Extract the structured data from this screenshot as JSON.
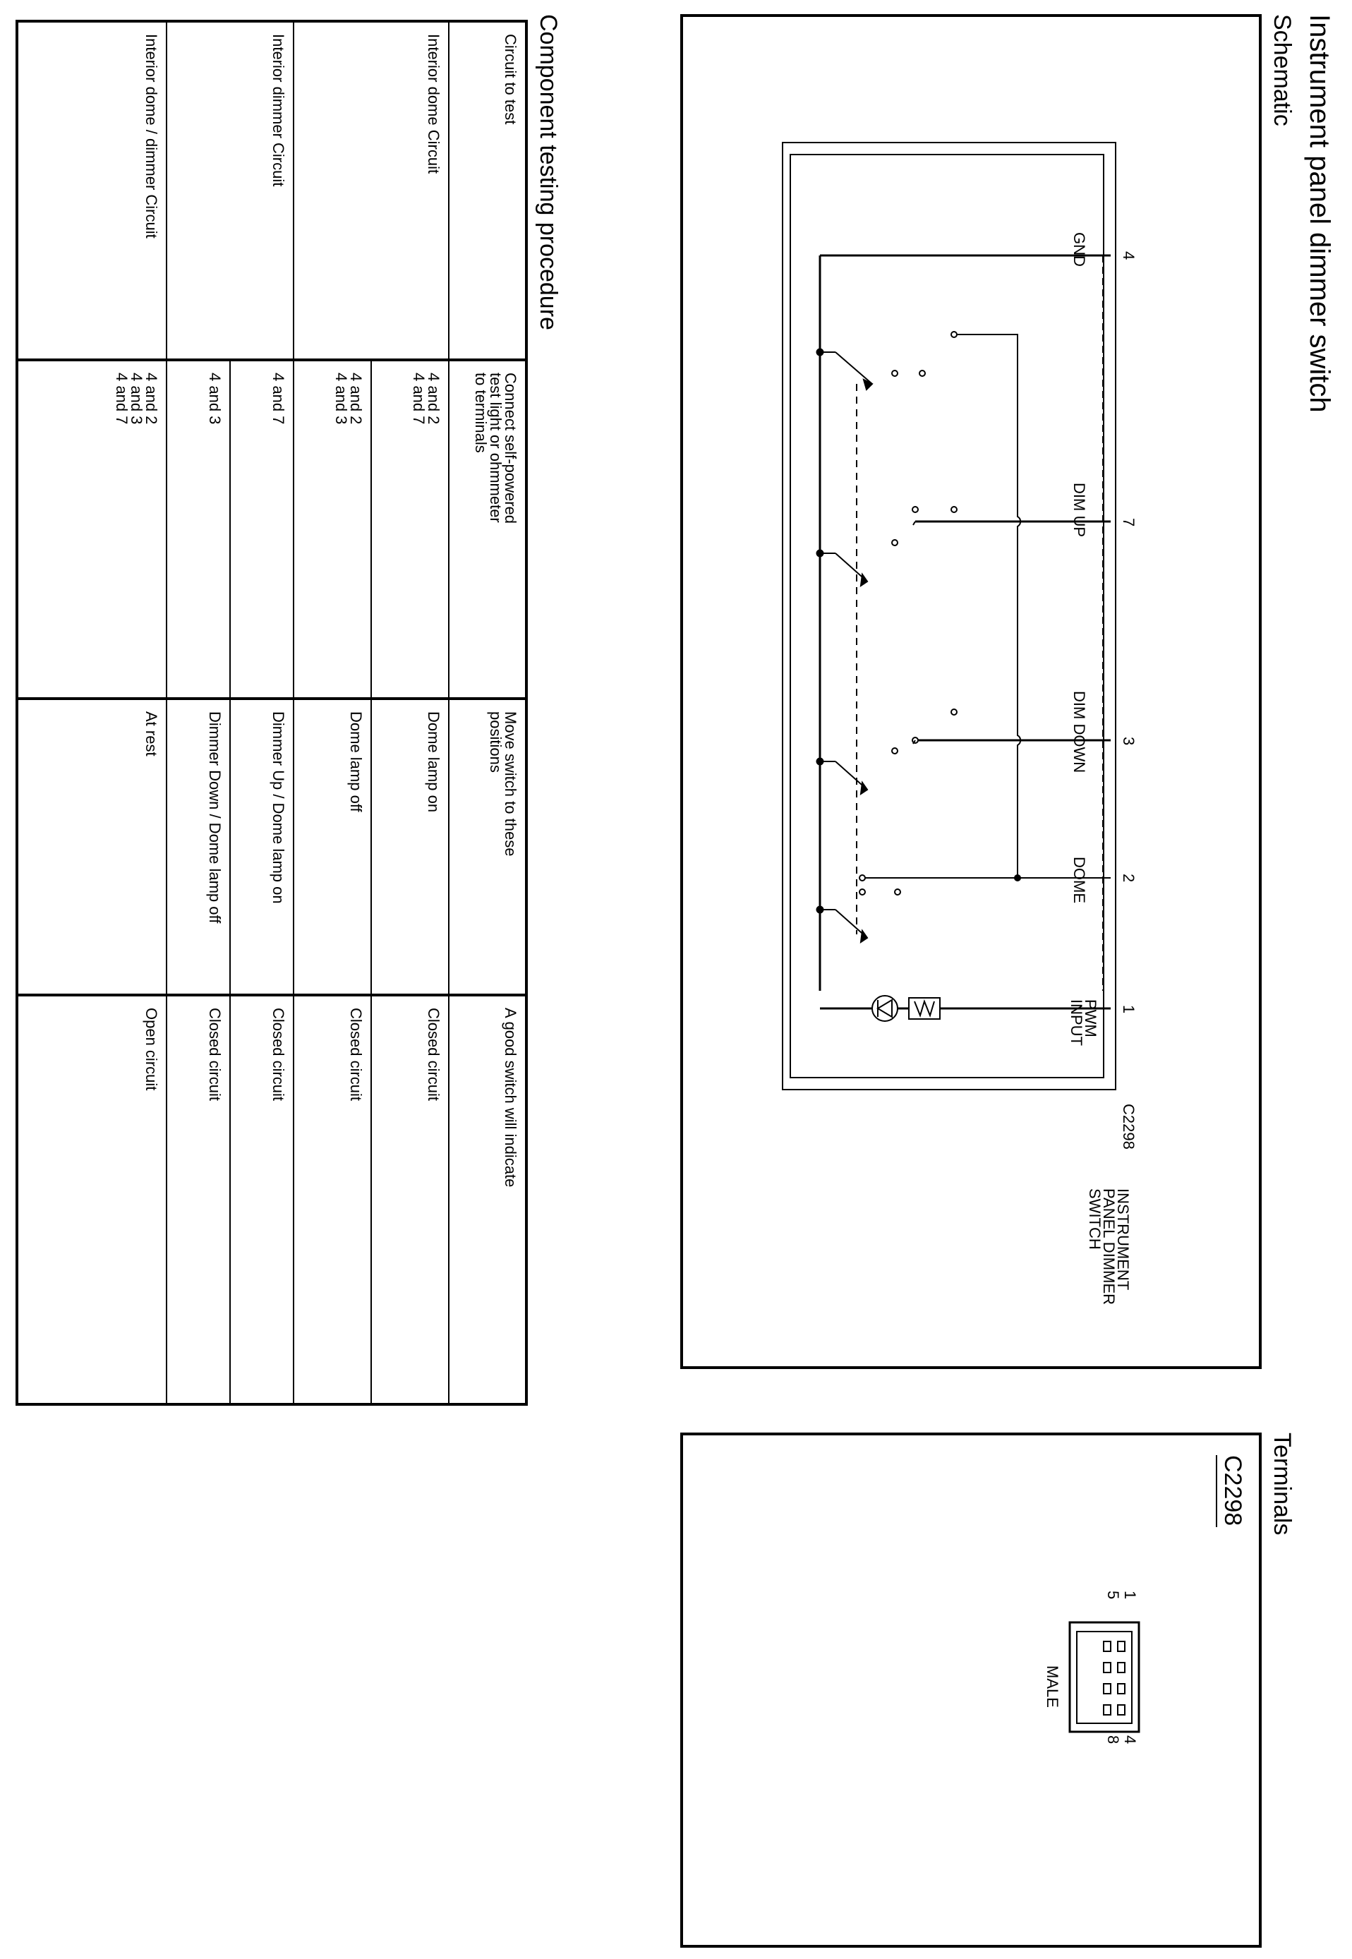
{
  "title": "Instrument panel dimmer switch",
  "schematic": {
    "heading": "Schematic",
    "connector": "C2298",
    "component_label": [
      "INSTRUMENT",
      "PANEL DIMMER",
      "SWITCH"
    ],
    "pins": [
      {
        "num": "4",
        "label": [
          "GND"
        ]
      },
      {
        "num": "7",
        "label": [
          "DIM UP"
        ]
      },
      {
        "num": "3",
        "label": [
          "DIM DOWN"
        ]
      },
      {
        "num": "2",
        "label": [
          "DOME"
        ]
      },
      {
        "num": "1",
        "label": [
          "PWM",
          "INPUT"
        ]
      }
    ]
  },
  "terminals": {
    "heading": "Terminals",
    "connector": "C2298",
    "gender": "MALE",
    "pin_top_left": "1",
    "pin_bottom_left": "5",
    "pin_top_right": "4",
    "pin_bottom_right": "8"
  },
  "procedure": {
    "heading": "Component testing procedure",
    "headers": [
      "Circuit to test",
      "Connect self-powered\ntest light or ohmmeter\nto terminals",
      "Move switch to these\npositions",
      "A good switch will indicate"
    ],
    "rows": [
      {
        "circuit": "Interior dome Circuit",
        "terminals": "4 and 2\n4 and 7",
        "position": "Dome lamp on",
        "result": "Closed circuit"
      },
      {
        "circuit": "",
        "terminals": "4 and 2\n4 and 3",
        "position": "Dome lamp off",
        "result": "Closed circuit"
      },
      {
        "circuit": "Interior dimmer Circuit",
        "terminals": "4 and 7",
        "position": "Dimmer Up / Dome lamp on",
        "result": "Closed circuit"
      },
      {
        "circuit": "",
        "terminals": "4 and 3",
        "position": "Dimmer Down / Dome lamp off",
        "result": "Closed circuit"
      },
      {
        "circuit": "Interior dome / dimmer Circuit",
        "terminals": "4 and 2\n4 and 3\n4 and 7",
        "position": "At rest",
        "result": "Open circuit"
      }
    ]
  }
}
